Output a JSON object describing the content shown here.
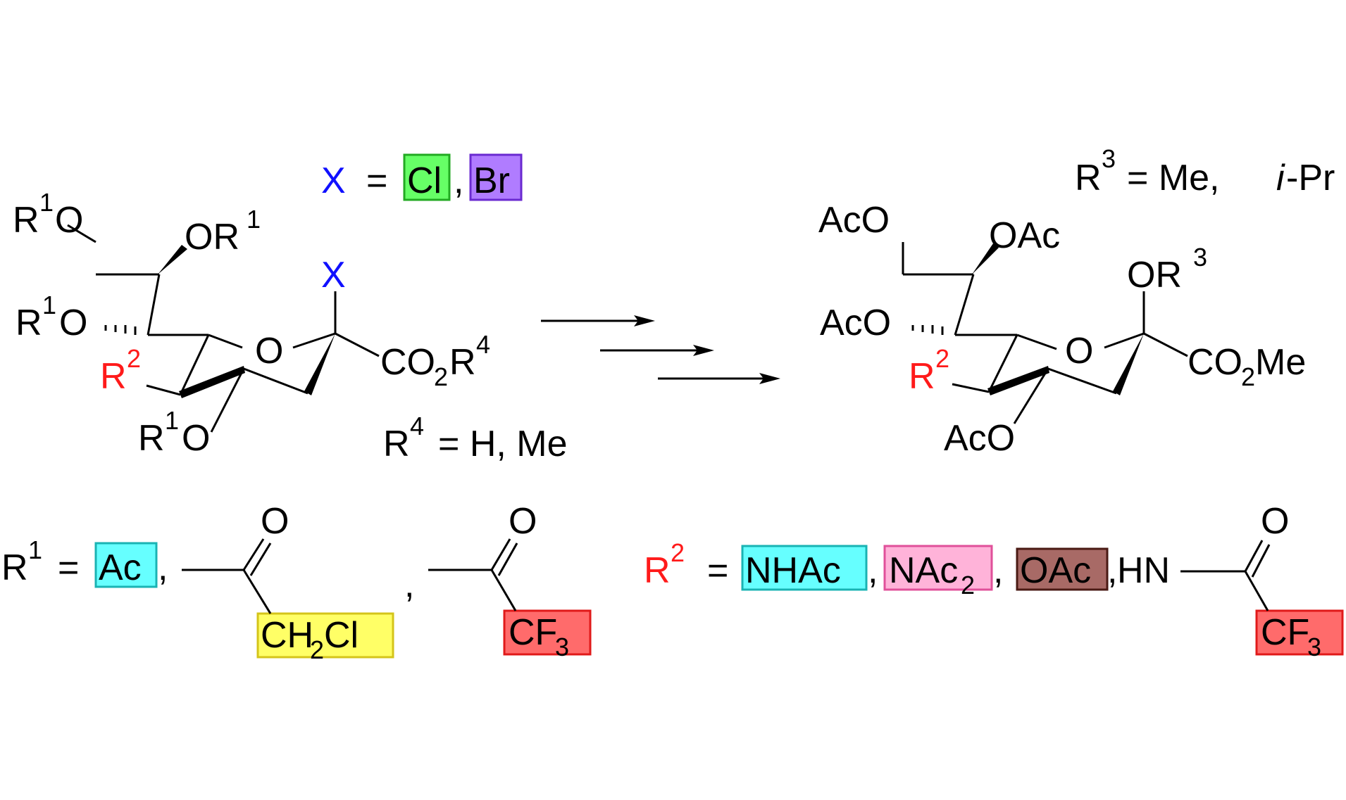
{
  "colors": {
    "x_label": "#1010ff",
    "r2_label": "#ff1a1a",
    "cl_box": "#66ff66",
    "br_box": "#b07cff",
    "ac_box": "#66ffff",
    "ch2cl_box": "#ffff66",
    "cf3_box": "#ff6b6b",
    "nhac_box": "#66ffff",
    "nac2_box": "#ffb3d9",
    "oac_box": "#a86a66"
  },
  "x_def": {
    "x": "X",
    "eq": "=",
    "cl": "Cl",
    "comma": ",",
    "br": "Br"
  },
  "r3_def": {
    "r": "R",
    "sup": "3",
    "rest": "= Me, ",
    "ipr_i": "i",
    "ipr_rest": "-Pr"
  },
  "r4_def": {
    "r": "R",
    "sup": "4",
    "rest": "= H, Me"
  },
  "start": {
    "r1o_a": "R",
    "r1o_a_sup": "1",
    "r1o_a_o": "O",
    "or1_o": "OR",
    "or1_sup": "1",
    "x": "X",
    "r1o_b": "R",
    "r1o_b_sup": "1",
    "r1o_b_o": "O",
    "ring_o": "O",
    "co2r4": "CO",
    "co2r4_sub": "2",
    "co2r4_r": "R",
    "co2r4_sup": "4",
    "r2": "R",
    "r2_sup": "2",
    "r1o_c": "R",
    "r1o_c_sup": "1",
    "r1o_c_o": "O"
  },
  "product": {
    "aco_top": "AcO",
    "oac": "OAc",
    "or3": "OR",
    "or3_sup": "3",
    "aco_mid": "AcO",
    "ring_o": "O",
    "co2me": "CO",
    "co2me_sub": "2",
    "co2me_rest": "Me",
    "r2": "R",
    "r2_sup": "2",
    "aco_bot": "AcO"
  },
  "r1_def": {
    "r": "R",
    "sup": "1",
    "eq": "=",
    "ac": "Ac",
    "comma1": ",",
    "o1": "O",
    "ch2cl_a": "CH",
    "ch2cl_sub": "2",
    "ch2cl_b": "Cl",
    "comma2": ",",
    "o2": "O",
    "cf3": "CF",
    "cf3_sub": "3"
  },
  "r2_def": {
    "r": "R",
    "sup": "2",
    "eq": "=",
    "nhac": "NHAc",
    "comma1": ",",
    "nac2": "NAc",
    "nac2_sub": "2",
    "comma2": ",",
    "oac": "OAc",
    "comma3": ",",
    "hn": "HN",
    "o": "O",
    "cf3": "CF",
    "cf3_sub": "3"
  }
}
